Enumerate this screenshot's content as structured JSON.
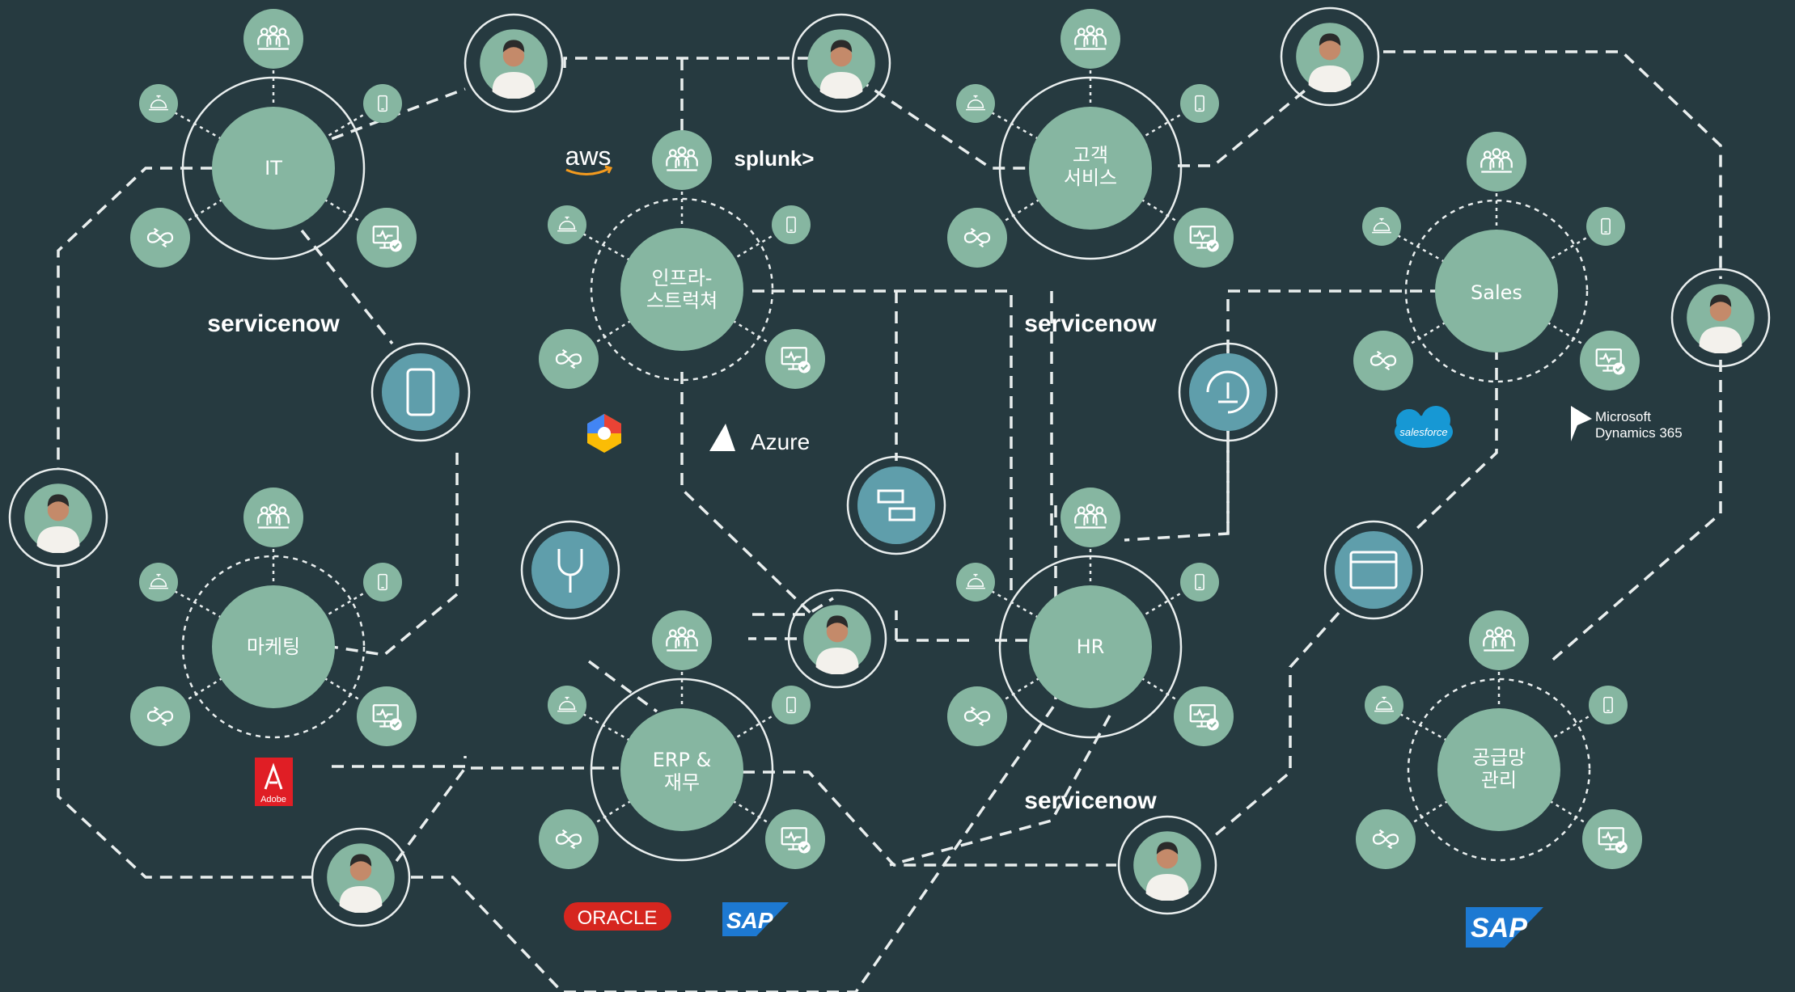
{
  "colors": {
    "background": "#263a40",
    "node_green": "#86b6a1",
    "node_blue": "#5f9eab",
    "line": "#e9eeee",
    "oracle_red": "#d6261f",
    "sap_blue": "#1d79d2",
    "adobe_red": "#e01e25",
    "salesforce_blue": "#1798d4"
  },
  "hubs": {
    "it": "IT",
    "infra": [
      "인프라-",
      "스트럭쳐"
    ],
    "cs": [
      "고객",
      "서비스"
    ],
    "sales": "Sales",
    "marketing": "마케팅",
    "erp": [
      "ERP &",
      "재무"
    ],
    "hr": "HR",
    "scm": [
      "공급망",
      "관리"
    ]
  },
  "logos": {
    "servicenow": "servicenow",
    "aws": "aws",
    "splunk": "splunk>",
    "azure": "Azure",
    "oracle": "ORACLE",
    "sap": "SAP",
    "adobe": "Adobe",
    "salesforce": "salesforce",
    "microsoft": "Microsoft",
    "dynamics": "Dynamics 365"
  },
  "satellite_icons": [
    "people-group-icon",
    "service-bell-icon",
    "mobile-phone-icon",
    "infinity-loop-icon",
    "monitor-check-icon"
  ],
  "person_icons": [
    "person-avatar-icon"
  ],
  "feature_icons": [
    "mobile-device-icon",
    "workflow-cycle-icon",
    "task-checklist-icon",
    "settings-wrench-icon",
    "dashboard-window-icon"
  ]
}
